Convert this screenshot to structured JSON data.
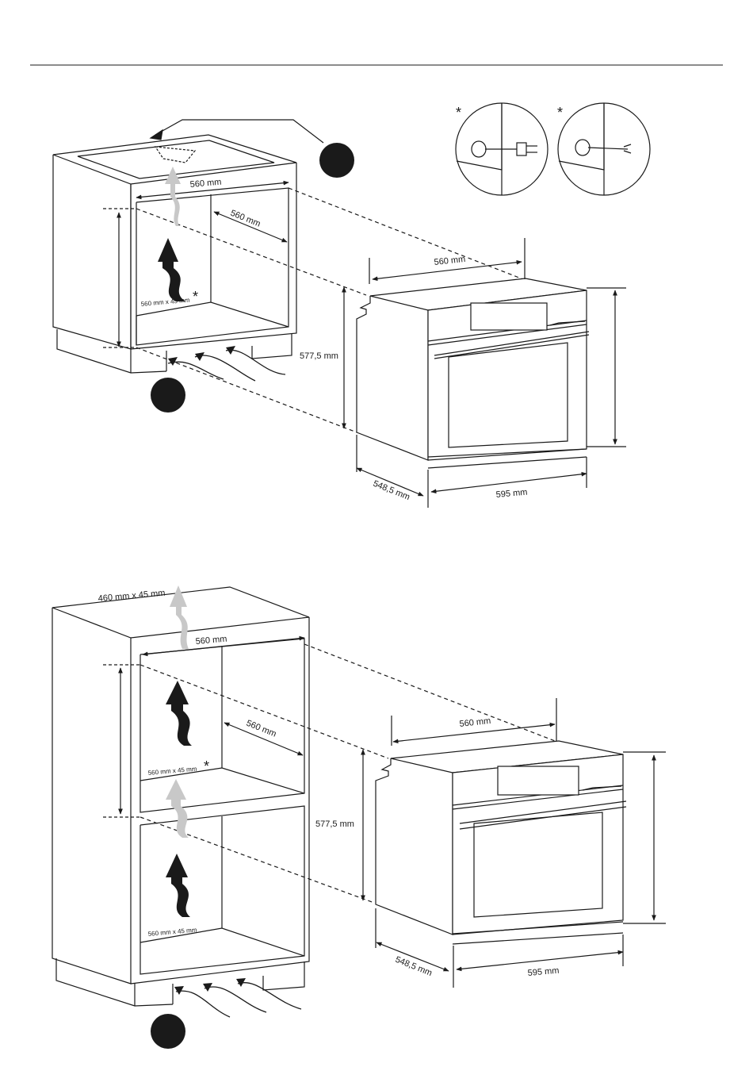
{
  "labels": {
    "top": {
      "cabinet_width": "560 mm",
      "cabinet_depth": "560 mm",
      "vent_opening": "560 mm x 45 mm",
      "oven_width_top": "560 mm",
      "oven_height": "577,5 mm",
      "oven_depth": "548,5 mm",
      "oven_front_width": "595 mm"
    },
    "bottom": {
      "top_vent": "460 mm x 45 mm",
      "cabinet_width": "560 mm",
      "cabinet_depth": "560 mm",
      "vent_opening_upper": "560 mm x 45 mm",
      "vent_opening_lower": "560 mm x 45 mm",
      "oven_width_top": "560 mm",
      "oven_height": "577,5 mm",
      "oven_depth": "548,5 mm",
      "oven_front_width": "595 mm"
    },
    "asterisk": "*"
  },
  "icons": {
    "callout_circle": "filled-black-circle",
    "plug_detail": "power-plug-icon",
    "cable_detail": "bare-cable-icon",
    "airflow": "airflow-arrow-icon"
  },
  "colors": {
    "line": "#1a1a1a",
    "airflow_dark": "#1a1a1a",
    "airflow_light": "#c8c8c8"
  }
}
